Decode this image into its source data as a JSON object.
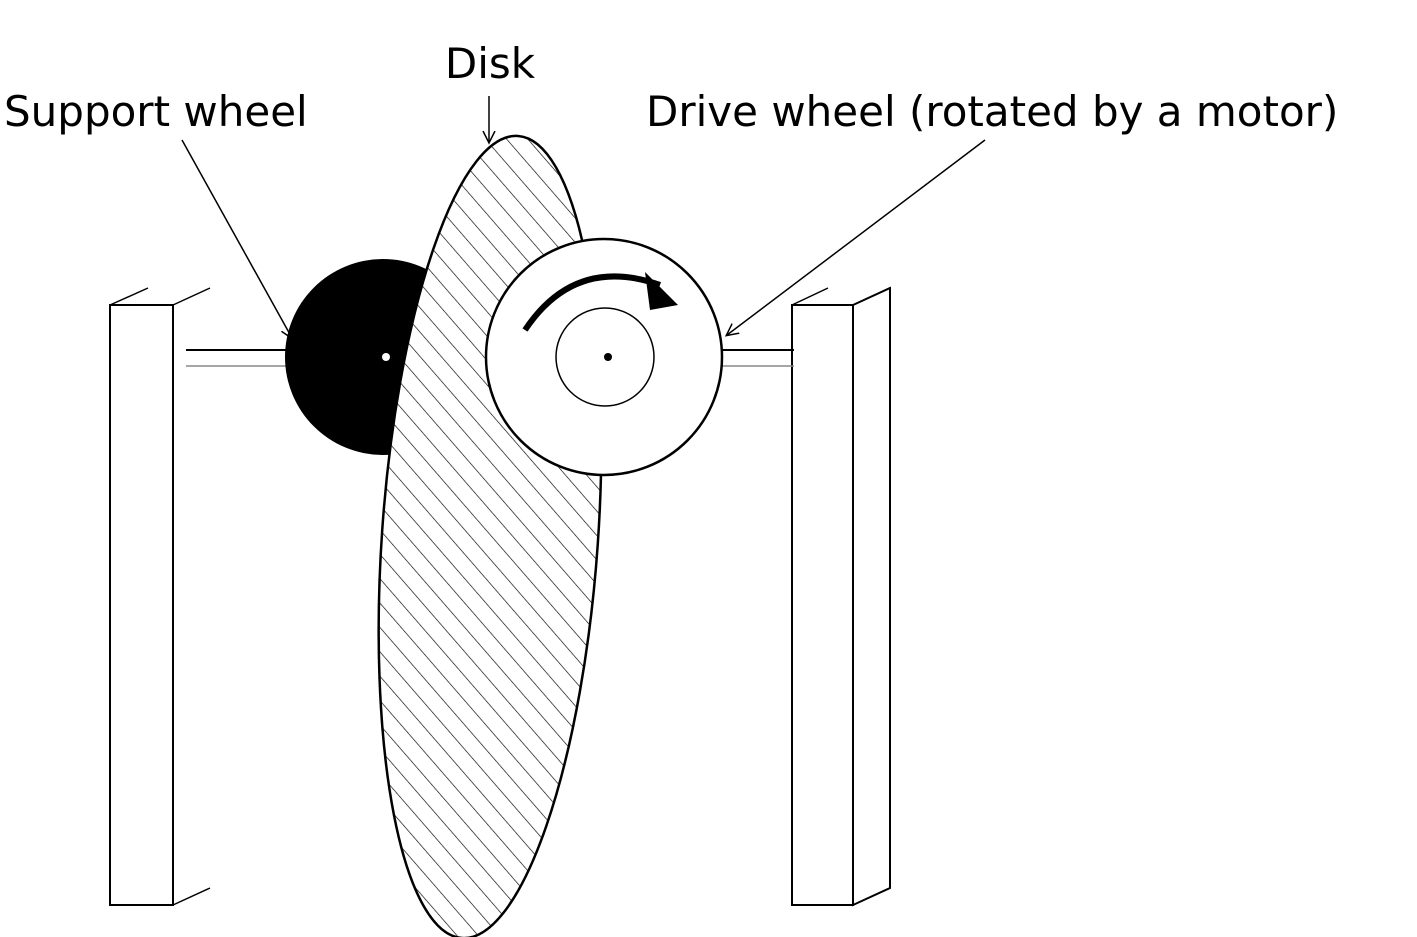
{
  "labels": {
    "disk": "Disk",
    "support_wheel": "Support wheel",
    "drive_wheel": "Drive wheel (rotated by a motor)"
  },
  "colors": {
    "stroke": "#000000",
    "background": "#ffffff",
    "support_wheel_fill": "#000000",
    "hatch": "#000000"
  },
  "icons": {
    "rotation": "clockwise-arrow-icon"
  }
}
